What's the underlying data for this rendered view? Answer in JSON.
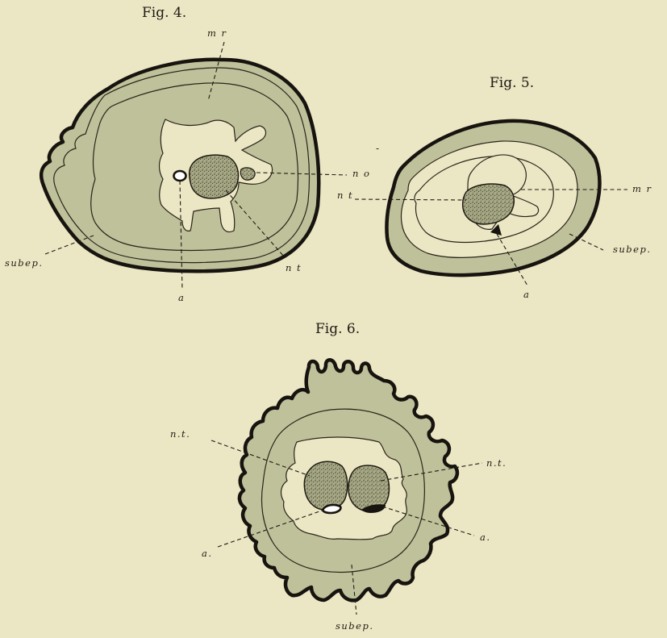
{
  "figures": {
    "fig4": {
      "title": "Fig. 4.",
      "labels": {
        "mr": "m r",
        "no": "n o",
        "nt": "n t",
        "subep": "subep.",
        "a": "a"
      }
    },
    "fig5": {
      "title": "Fig. 5.",
      "labels": {
        "mr": "m r",
        "nt": "n t",
        "subep": "subep.",
        "a": "a"
      }
    },
    "fig6": {
      "title": "Fig. 6.",
      "labels": {
        "nt_left": "n.t.",
        "nt_right": "n.t.",
        "a_left": "a.",
        "a_right": "a.",
        "subep": "subep."
      }
    }
  },
  "colors": {
    "paper": "#ebe6c3",
    "tissue_shade": "#bfc19a",
    "nerve_trunk": "#a6a785",
    "ink": "#17130f"
  }
}
